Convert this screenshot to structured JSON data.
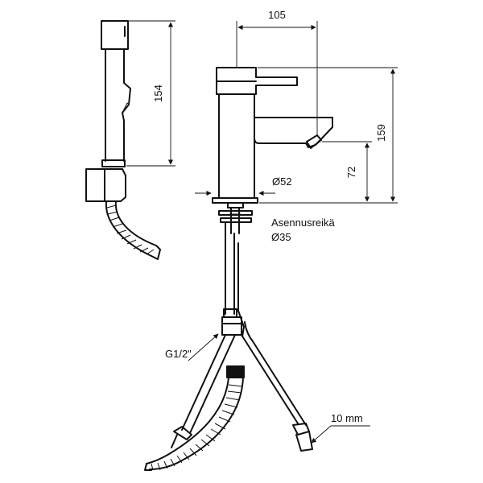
{
  "dimensions": {
    "width_top": "105",
    "handshower_height": "154",
    "faucet_height": "159",
    "spout_height": "72",
    "base_diameter": "Ø52"
  },
  "labels": {
    "install_hole_title": "Asennusreikä",
    "install_hole_diameter": "Ø35",
    "thread": "G1/2\"",
    "hose_diameter": "10 mm"
  }
}
